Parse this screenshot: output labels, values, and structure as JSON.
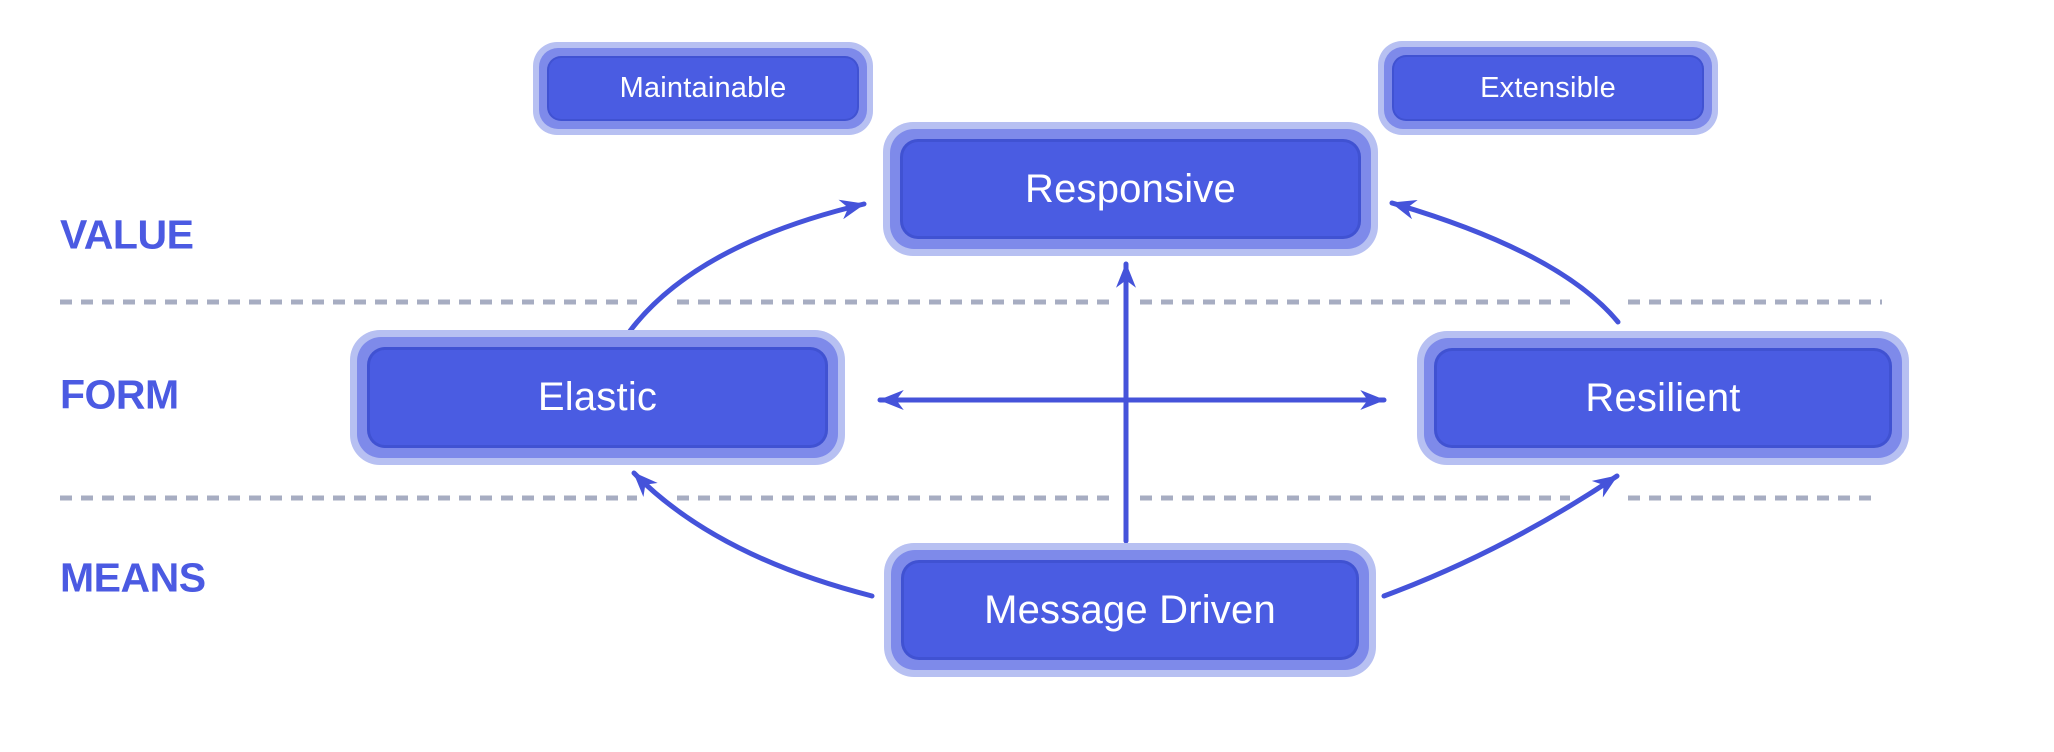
{
  "rows": {
    "value": {
      "label": "VALUE"
    },
    "form": {
      "label": "FORM"
    },
    "means": {
      "label": "MEANS"
    }
  },
  "nodes": {
    "maintainable": {
      "label": "Maintainable"
    },
    "extensible": {
      "label": "Extensible"
    },
    "responsive": {
      "label": "Responsive"
    },
    "elastic": {
      "label": "Elastic"
    },
    "resilient": {
      "label": "Resilient"
    },
    "message_driven": {
      "label": "Message Driven"
    }
  },
  "colors": {
    "background": "#ffffff",
    "box_fill": "#4a5ce2",
    "ring_mid": "#7e8aea",
    "ring_outer": "#b7c0f2",
    "arrow": "#4553da",
    "row_label": "#4b5ae2",
    "dash": "#a7adc2",
    "node_text": "#ffffff"
  }
}
